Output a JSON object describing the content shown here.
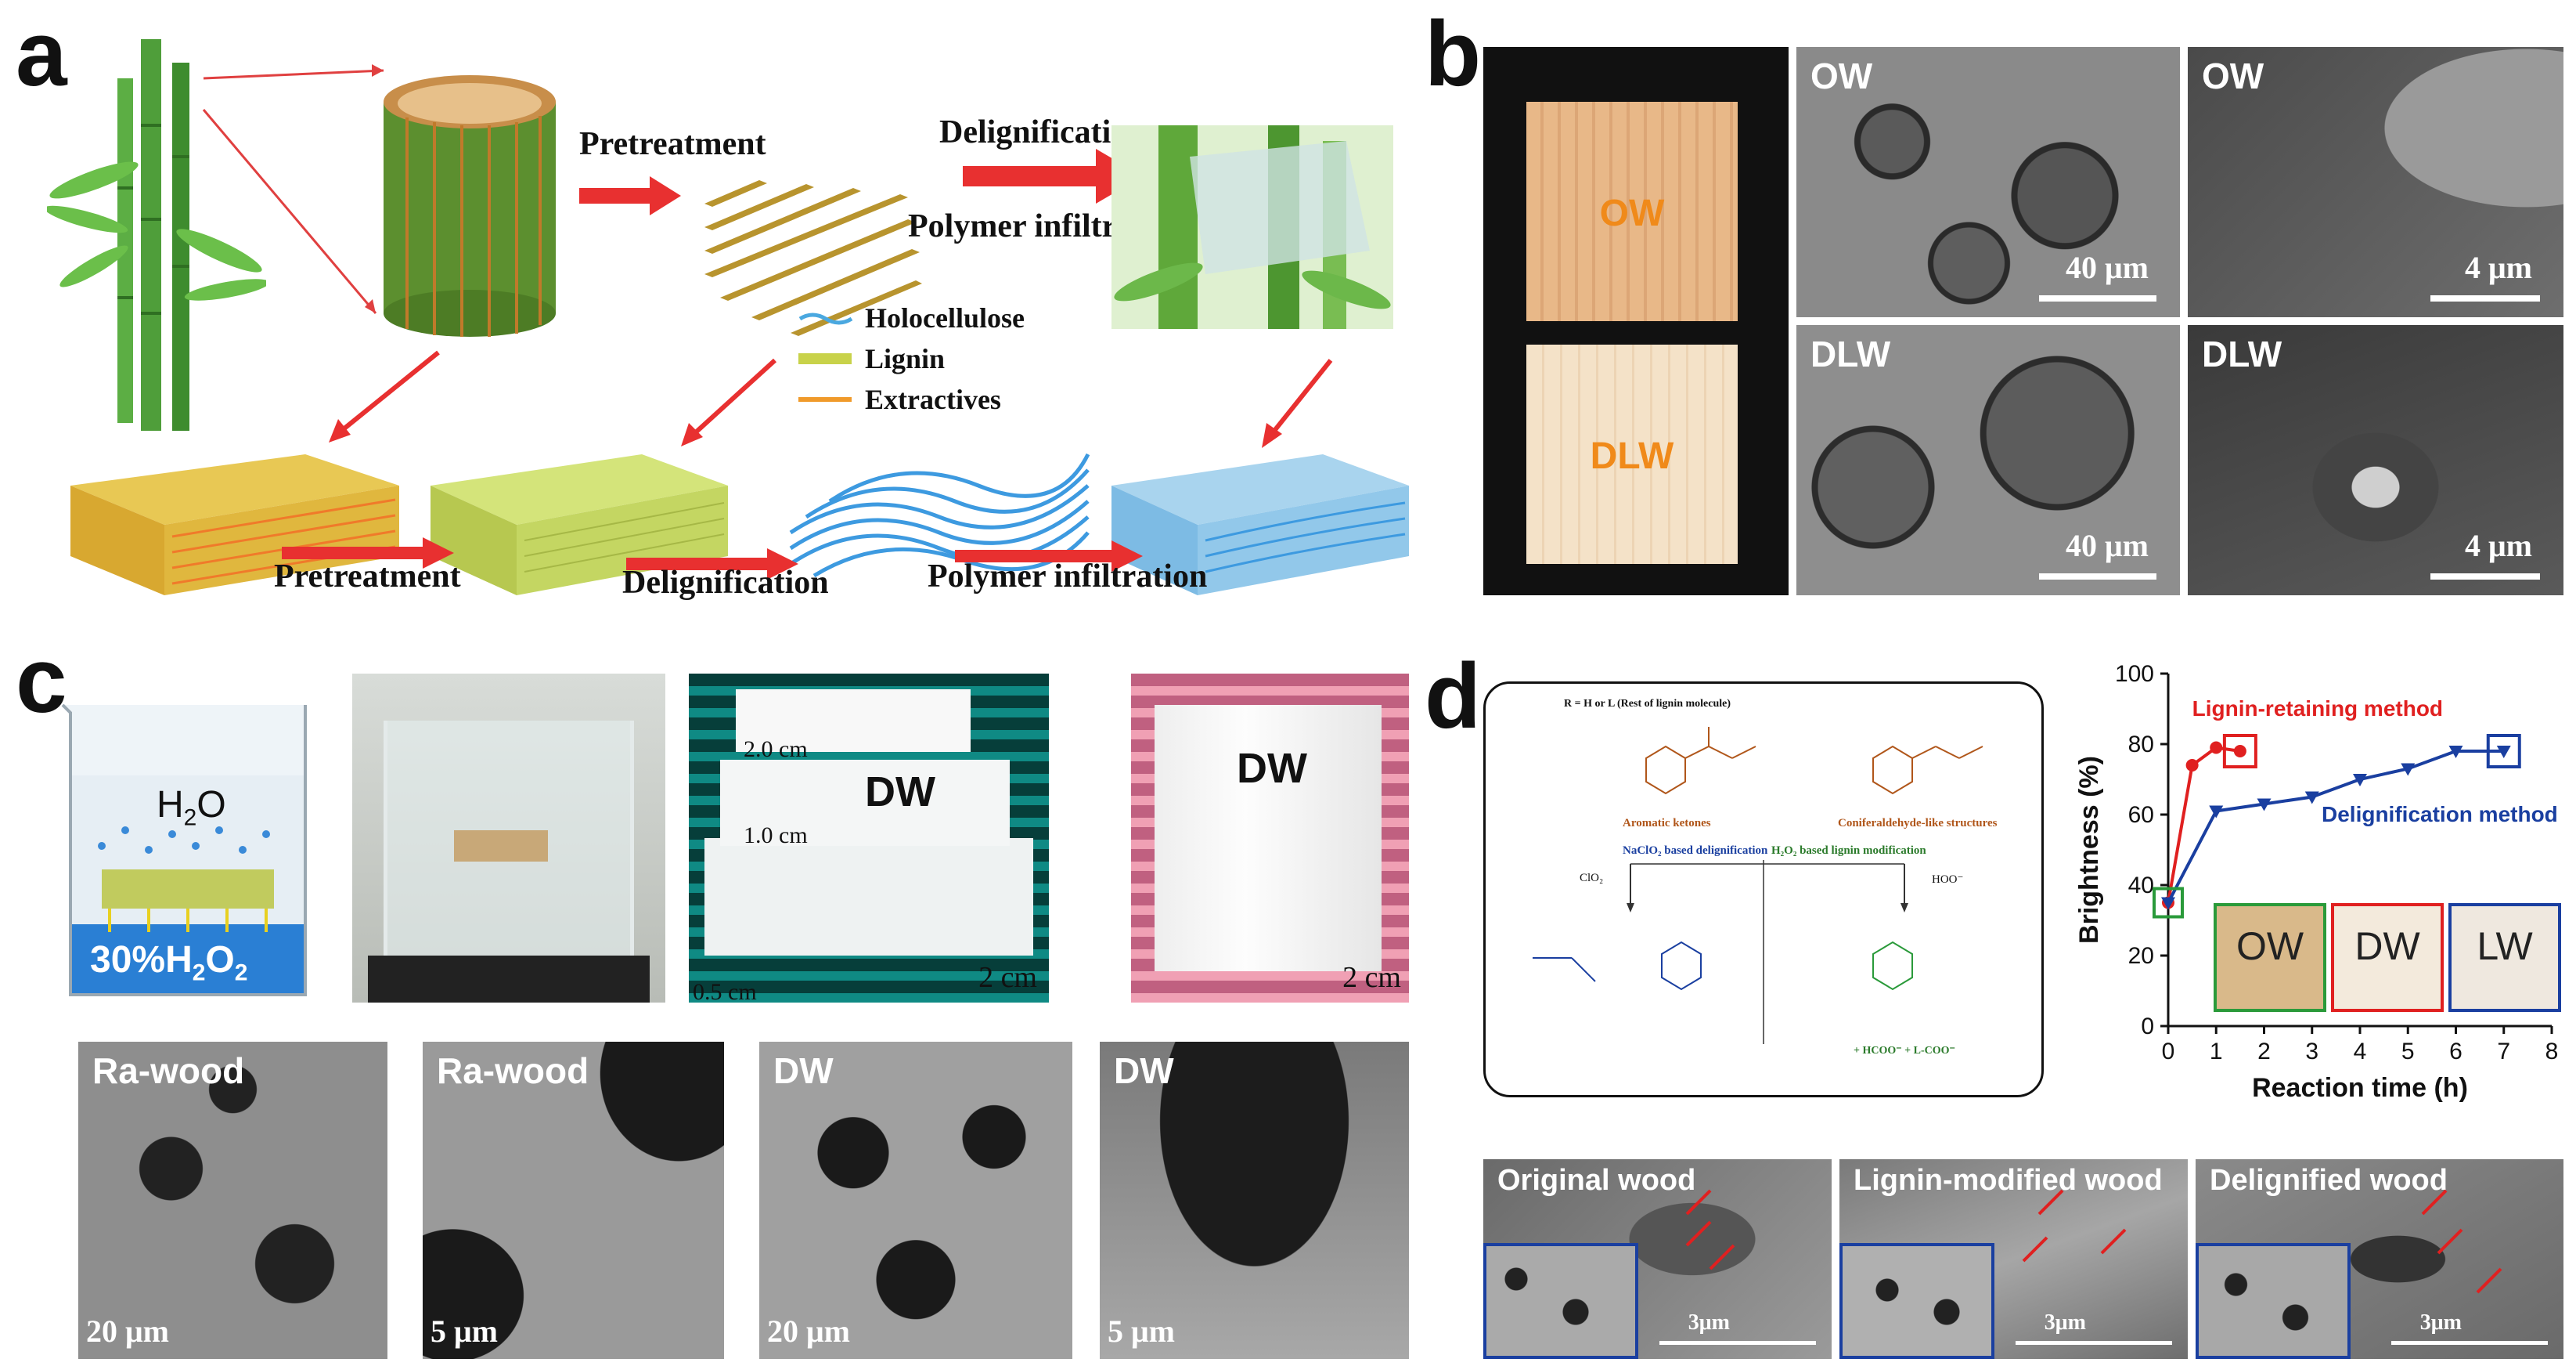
{
  "panels": {
    "a": {
      "letter": "a",
      "labels": {
        "pretreatment_top": "Pretreatment",
        "delignification_top": "Delignification",
        "polymer_infiltration_top": "Polymer infiltration",
        "pretreatment_bottom": "Pretreatment",
        "delignification_bottom": "Delignification",
        "polymer_infiltration_bottom": "Polymer infiltration"
      },
      "legend": [
        {
          "label": "Holocellulose",
          "color": "#4aa8e0"
        },
        {
          "label": "Lignin",
          "color": "#c8d24a"
        },
        {
          "label": "Extractives",
          "color": "#f09a2a"
        }
      ]
    },
    "b": {
      "letter": "b",
      "photo_labels": {
        "top": "OW",
        "bottom": "DLW"
      },
      "sem": [
        {
          "label": "OW",
          "scale": "40 μm"
        },
        {
          "label": "OW",
          "scale": "4 μm"
        },
        {
          "label": "DLW",
          "scale": "40 μm"
        },
        {
          "label": "DLW",
          "scale": "4 μm"
        }
      ]
    },
    "c": {
      "letter": "c",
      "beaker": {
        "top_label": "H",
        "top_sub": "2",
        "top_tail": "O",
        "bottom_prefix": "30%H",
        "bottom_sub1": "2",
        "bottom_mid": "O",
        "bottom_sub2": "2"
      },
      "dw_photo1": {
        "label": "DW",
        "dims": [
          "2.0 cm",
          "1.0 cm",
          "0.5 cm"
        ],
        "scale": "2 cm"
      },
      "dw_photo2": {
        "label": "DW",
        "scale": "2 cm"
      },
      "sem": [
        {
          "label": "Ra-wood",
          "scale": "20 μm"
        },
        {
          "label": "Ra-wood",
          "scale": "5 μm"
        },
        {
          "label": "DW",
          "scale": "20 μm"
        },
        {
          "label": "DW",
          "scale": "5 μm"
        }
      ]
    },
    "d": {
      "letter": "d",
      "scheme": {
        "header": "R = H or L (Rest of lignin molecule)",
        "left_struct": "Aromatic ketones",
        "right_struct": "Coniferaldehyde-like structures",
        "left_path": "NaClO₂ based delignification",
        "right_path": "H₂O₂ based lignin modification",
        "left_reagent": "ClO₂",
        "right_reagent": "HOO⁻",
        "right_product": "+ HCOO⁻ + L-COO⁻"
      },
      "sem": [
        {
          "label": "Original wood",
          "scale": "3μm"
        },
        {
          "label": "Lignin-modified wood",
          "scale": "3μm"
        },
        {
          "label": "Delignified wood",
          "scale": "3μm"
        }
      ]
    }
  },
  "chart_data": {
    "type": "line",
    "xlabel": "Reaction time (h)",
    "ylabel": "Brightness (%)",
    "xlim": [
      0,
      8
    ],
    "ylim": [
      0,
      100
    ],
    "xticks": [
      "0",
      "1",
      "2",
      "3",
      "4",
      "5",
      "6",
      "7",
      "8"
    ],
    "yticks": [
      "0",
      "20",
      "40",
      "60",
      "80",
      "100"
    ],
    "grid": false,
    "series": [
      {
        "name": "Lignin-retaining method",
        "color": "#e02020",
        "x": [
          0,
          0.5,
          1,
          1.5
        ],
        "y": [
          35,
          74,
          79,
          78
        ]
      },
      {
        "name": "Delignification method",
        "color": "#1a3fa0",
        "x": [
          0,
          1,
          2,
          3,
          4,
          5,
          6,
          7
        ],
        "y": [
          35,
          61,
          63,
          65,
          70,
          73,
          78,
          78
        ]
      }
    ],
    "inset_labels": [
      {
        "label": "OW",
        "border": "#2a9a3a"
      },
      {
        "label": "DW",
        "border": "#e02020"
      },
      {
        "label": "LW",
        "border": "#1a3fa0"
      }
    ]
  }
}
